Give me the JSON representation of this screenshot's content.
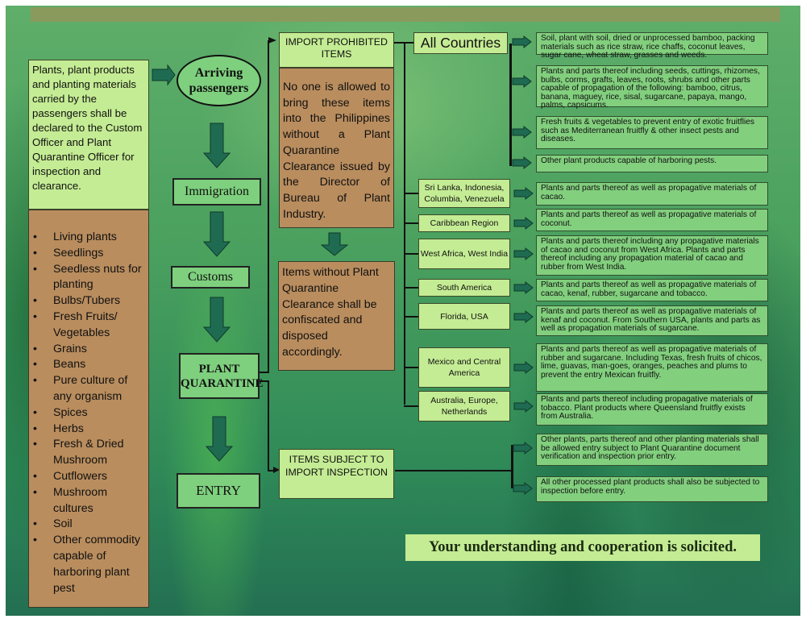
{
  "colors": {
    "light_box": "#c4ec94",
    "tan_box": "#b98d5e",
    "step_box": "#7ed07e",
    "info_box": "#82cf7e",
    "arrow": "#1f6b52"
  },
  "intro": {
    "text": "Plants, plant products and planting materials carried by the passengers shall be declared to the Custom Officer and Plant Quarantine Officer for inspection and clearance."
  },
  "items_list": [
    "Living plants",
    "Seedlings",
    "Seedless nuts for planting",
    "Bulbs/Tubers",
    "Fresh Fruits/ Vegetables",
    "Grains",
    "Beans",
    "Pure culture of any organism",
    "Spices",
    "Herbs",
    "Fresh & Dried Mushroom",
    "Cutflowers",
    "Mushroom cultures",
    "Soil",
    "Other commodity capable of harboring plant pest"
  ],
  "flow": {
    "arriving": "Arriving passengers",
    "immigration": "Immigration",
    "customs": "Customs",
    "plant_quarantine": "PLANT QUARANTINE",
    "entry": "ENTRY"
  },
  "prohibited": {
    "title": "IMPORT PROHIBITED ITEMS",
    "body": "No one is allowed to bring these items into the Philippines without a Plant Quarantine Clearance issued by the Director of Bureau of Plant Industry.",
    "confiscated": "Items without Plant Quarantine Clearance shall be confiscated and disposed accordingly."
  },
  "all_countries": {
    "label": "All Countries",
    "items": [
      "Soil, plant with soil, dried or  unprocessed bamboo, packing materials such as rice straw, rice chaffs, coconut leaves, sugar cane, wheat straw, grasses and weeds.",
      "Plants and parts thereof including seeds, cuttings, rhizomes, bulbs, corms, grafts, leaves, roots, shrubs and other parts capable of propagation of the following: bamboo, citrus, banana, maguey, rice, sisal, sugarcane, papaya, mango, palms, capsicums.",
      "Fresh fruits & vegetables to prevent entry of exotic fruitflies such as Mediterranean fruitfly & other insect pests  and diseases.",
      "Other plant products capable of harboring pests."
    ]
  },
  "regions": [
    {
      "name": "Sri Lanka, Indonesia, Columbia, Venezuela",
      "info": "Plants and parts thereof as well as propagative materials of cacao."
    },
    {
      "name": "Caribbean Region",
      "info": "Plants and parts thereof as well as propagative materials of coconut."
    },
    {
      "name": "West Africa, West India",
      "info": "Plants and parts thereof including any propagative materials of cacao and coconut from West Africa. Plants and parts thereof including any propagation material of cacao and rubber from West India."
    },
    {
      "name": "South America",
      "info": "Plants and parts thereof as well as propagative materials of cacao, kenaf, rubber, sugarcane and tobacco."
    },
    {
      "name": "Florida, USA",
      "info": "Plants and parts thereof as well as propagative materials of kenaf and coconut. From Southern USA, plants and parts as well as propagation materials of sugarcane."
    },
    {
      "name": "Mexico and Central America",
      "info": "Plants and parts thereof as well as propagative materials of rubber and sugarcane. Including Texas, fresh fruits of chicos, lime, guavas,   man-goes, oranges, peaches and plums to prevent the entry Mexican fruitfly."
    },
    {
      "name": "Australia, Europe, Netherlands",
      "info": "Plants and parts thereof including propagative materials of tobacco. Plant products where Queensland fruitfly exists from Australia."
    }
  ],
  "inspection": {
    "title": "ITEMS SUBJECT TO IMPORT INSPECTION",
    "items": [
      "Other plants, parts thereof and other planting materials shall be allowed entry subject to Plant Quarantine document verification and inspection prior entry.",
      "All other processed plant products shall also be subjected to inspection before entry."
    ]
  },
  "footer": {
    "text": "Your understanding and cooperation is solicited."
  }
}
